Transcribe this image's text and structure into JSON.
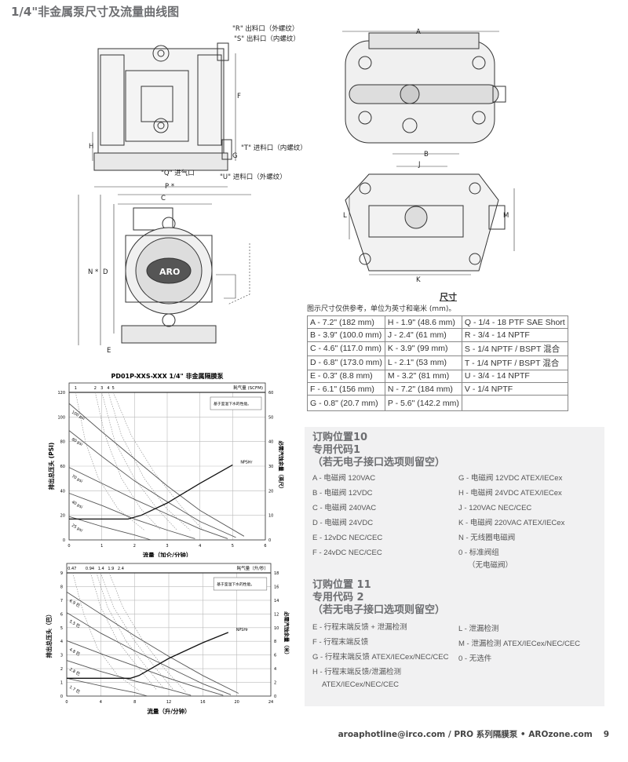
{
  "title": "1/4\"非金属泵尺寸及流量曲线图",
  "drawing_labels": {
    "r_outlet": "\"R\" 出料口（外螺纹）",
    "s_outlet": "\"S\" 出料口（内螺纹）",
    "t_inlet": "\"T\" 进料口（内螺纹）",
    "u_inlet": "\"U\" 进料口（外螺纹）",
    "q_air": "\"Q\" 进气口",
    "A": "A",
    "B": "B",
    "C": "C",
    "D": "D",
    "E": "E",
    "F": "F",
    "G": "G",
    "H": "H",
    "J": "J",
    "K": "K",
    "L": "L",
    "M": "M",
    "N": "N *",
    "P": "P *",
    "logo": "ARO"
  },
  "dimensions": {
    "title": "尺寸",
    "note": "图示尺寸仅供参考，单位为英寸和毫米 (mm)。",
    "rows": [
      [
        "A - 7.2\" (182 mm)",
        "H - 1.9\" (48.6 mm)",
        "Q - 1/4 - 18 PTF SAE Short"
      ],
      [
        "B - 3.9\" (100.0 mm)",
        "J - 2.4\" (61 mm)",
        "R - 3/4 - 14 NPTF"
      ],
      [
        "C - 4.6\" (117.0 mm)",
        "K - 3.9\" (99 mm)",
        "S - 1/4 NPTF / BSPT 混合"
      ],
      [
        "D - 6.8\" (173.0 mm)",
        "L - 2.1\" (53 mm)",
        "T - 1/4 NPTF / BSPT 混合"
      ],
      [
        "E - 0.3\" (8.8 mm)",
        "M - 3.2\" (81 mm)",
        "U - 3/4 - 14 NPTF"
      ],
      [
        "F - 6.1\" (156 mm)",
        "N - 7.2\" (184 mm)",
        "V - 1/4 NPTF"
      ],
      [
        "G - 0.8\" (20.7 mm)",
        "P - 5.6\" (142.2 mm)",
        ""
      ]
    ]
  },
  "order10": {
    "h1": "订购位置10",
    "h2": "专用代码1",
    "h3": "（若无电子接口选项则留空）",
    "left": [
      "A - 电磁阀 120VAC",
      "B - 电磁阀 12VDC",
      "C - 电磁阀 240VAC",
      "D - 电磁阀 24VDC",
      "E - 12vDC NEC/CEC",
      "F - 24vDC NEC/CEC"
    ],
    "right": [
      "G - 电磁阀 12VDC ATEX/IECex",
      "H - 电磁阀 24VDC ATEX/IECex",
      "J - 120VAC NEC/CEC",
      "K - 电磁阀 220VAC ATEX/IECex",
      "N - 无线圈电磁阀",
      "0 - 标准阀组",
      "（无电磁阀）"
    ]
  },
  "order11": {
    "h1": "订购位置 11",
    "h2": "专用代码 2",
    "h3": "（若无电子接口选项则留空）",
    "left": [
      "E - 行程末端反馈 + 泄漏检测",
      "F - 行程末端反馈",
      "G - 行程末端反馈 ATEX/IECex/NEC/CEC",
      "H - 行程末端反馈/泄漏检测",
      "ATEX/IECex/NEC/CEC"
    ],
    "right": [
      "L - 泄漏检测",
      "M - 泄漏检测 ATEX/IECex/NEC/CEC",
      "0 - 无选件"
    ]
  },
  "footer": {
    "text": "aroaphotline@irco.com / PRO 系列隔膜泵 • AROzone.com",
    "page": "9"
  },
  "chart_data": [
    {
      "type": "line",
      "title": "PD01P-XXS-XXX 1/4\" 非金属隔膜泵",
      "xlabel": "流量（加仑/分钟）",
      "ylabel": "排出总压头 (PSI)",
      "y2label": "必需汽蚀余量（英尺）",
      "toplabel": "耗气量 (SCFM)",
      "note": "基于室温下水的性能。",
      "xlim": [
        0,
        6
      ],
      "ylim": [
        0,
        120
      ],
      "y2lim": [
        0,
        60
      ],
      "xticks": [
        0,
        1,
        2,
        3,
        4,
        5,
        6
      ],
      "yticks": [
        0,
        20,
        40,
        60,
        80,
        100,
        120
      ],
      "y2ticks": [
        0,
        10,
        20,
        30,
        40,
        50,
        60
      ],
      "series": [
        {
          "name": "100 psi",
          "points": [
            [
              0,
              111
            ],
            [
              1,
              88
            ],
            [
              2,
              66
            ],
            [
              3,
              44
            ],
            [
              4,
              24
            ],
            [
              5.35,
              3
            ]
          ]
        },
        {
          "name": "80 psi",
          "points": [
            [
              0,
              89
            ],
            [
              1,
              68
            ],
            [
              2,
              48
            ],
            [
              3,
              31
            ],
            [
              4,
              15
            ],
            [
              5.1,
              2
            ]
          ]
        },
        {
          "name": "70 psi",
          "points": [
            [
              0,
              59
            ],
            [
              1,
              46
            ],
            [
              2,
              33
            ],
            [
              3,
              21
            ],
            [
              4,
              9
            ],
            [
              4.85,
              1
            ]
          ]
        },
        {
          "name": "40 psi",
          "points": [
            [
              0,
              38
            ],
            [
              1,
              28
            ],
            [
              2,
              17
            ],
            [
              3,
              8
            ],
            [
              3.85,
              1
            ]
          ]
        },
        {
          "name": "25 psi",
          "points": [
            [
              0,
              19
            ],
            [
              1,
              11
            ],
            [
              2,
              4
            ],
            [
              2.5,
              0
            ]
          ]
        }
      ],
      "air": [
        {
          "name": "1",
          "points": [
            [
              0.2,
              120
            ],
            [
              0.5,
              80
            ],
            [
              0.9,
              50
            ],
            [
              1.5,
              25
            ],
            [
              2.3,
              8
            ]
          ]
        },
        {
          "name": "2",
          "points": [
            [
              0.8,
              120
            ],
            [
              1.1,
              85
            ],
            [
              1.6,
              50
            ],
            [
              2.2,
              25
            ],
            [
              2.8,
              8
            ]
          ]
        },
        {
          "name": "3",
          "points": [
            [
              1,
              120
            ],
            [
              1.4,
              80
            ],
            [
              2,
              50
            ],
            [
              2.7,
              25
            ],
            [
              3.3,
              8
            ]
          ]
        },
        {
          "name": "4",
          "points": [
            [
              1.2,
              120
            ],
            [
              1.6,
              85
            ],
            [
              2.3,
              50
            ],
            [
              3,
              25
            ],
            [
              3.7,
              8
            ]
          ]
        },
        {
          "name": "5",
          "points": [
            [
              1.35,
              120
            ],
            [
              1.9,
              85
            ],
            [
              2.6,
              55
            ],
            [
              3.4,
              28
            ],
            [
              4.1,
              8
            ]
          ]
        }
      ],
      "npshr": {
        "name": "NPSHr",
        "points": [
          [
            0,
            8.5
          ],
          [
            1.8,
            8.5
          ],
          [
            2.2,
            10
          ],
          [
            3,
            15
          ],
          [
            4,
            23
          ],
          [
            5,
            30.5
          ]
        ]
      }
    },
    {
      "type": "line",
      "title": "",
      "xlabel": "流量（升/分钟）",
      "ylabel": "排出总压头（巴）",
      "y2label": "必需汽蚀余量（米）",
      "toplabel": "耗气量（升/秒）",
      "note": "基于室温下水的性能。",
      "xlim": [
        0,
        24
      ],
      "ylim": [
        0,
        9
      ],
      "y2lim": [
        0,
        18
      ],
      "xticks": [
        0,
        4,
        8,
        12,
        16,
        20,
        24
      ],
      "yticks": [
        0,
        1,
        2,
        3,
        4,
        5,
        6,
        7,
        8,
        9
      ],
      "y2ticks": [
        0,
        2,
        4,
        6,
        8,
        10,
        12,
        14,
        16,
        18
      ],
      "series": [
        {
          "name": "6.9 巴",
          "points": [
            [
              0,
              7.6
            ],
            [
              4,
              6
            ],
            [
              8,
              4.4
            ],
            [
              12,
              2.9
            ],
            [
              16,
              1.5
            ],
            [
              20.2,
              0.2
            ]
          ]
        },
        {
          "name": "5.5 巴",
          "points": [
            [
              0,
              6.1
            ],
            [
              4,
              4.6
            ],
            [
              8,
              3.3
            ],
            [
              12,
              2.1
            ],
            [
              16,
              0.9
            ],
            [
              19.3,
              0.1
            ]
          ]
        },
        {
          "name": "4.8 巴",
          "points": [
            [
              0,
              4.05
            ],
            [
              4,
              3.1
            ],
            [
              8,
              2.2
            ],
            [
              12,
              1.3
            ],
            [
              16,
              0.5
            ],
            [
              18.4,
              0.05
            ]
          ]
        },
        {
          "name": "2.8 巴",
          "points": [
            [
              0,
              2.6
            ],
            [
              4,
              1.8
            ],
            [
              8,
              1.1
            ],
            [
              12,
              0.5
            ],
            [
              14.6,
              0.05
            ]
          ]
        },
        {
          "name": "1.7 巴",
          "points": [
            [
              0,
              1.3
            ],
            [
              4,
              0.75
            ],
            [
              8,
              0.25
            ],
            [
              9.5,
              0
            ]
          ]
        }
      ],
      "air": [
        {
          "name": "0.47",
          "points": [
            [
              0.7,
              9
            ],
            [
              2,
              6
            ],
            [
              3.6,
              3.5
            ],
            [
              6,
              1.5
            ],
            [
              8.5,
              0.4
            ]
          ]
        },
        {
          "name": "0.94",
          "points": [
            [
              2.8,
              9
            ],
            [
              4,
              6.5
            ],
            [
              6,
              4
            ],
            [
              8.5,
              2
            ],
            [
              10.5,
              0.5
            ]
          ]
        },
        {
          "name": "1.4",
          "points": [
            [
              3.5,
              9
            ],
            [
              4.8,
              6.5
            ],
            [
              7,
              4
            ],
            [
              9.5,
              2
            ],
            [
              11.5,
              0.5
            ]
          ]
        },
        {
          "name": "1.9",
          "points": [
            [
              4,
              9
            ],
            [
              5.5,
              6.5
            ],
            [
              8,
              4
            ],
            [
              10.5,
              2
            ],
            [
              12.5,
              0.5
            ]
          ]
        },
        {
          "name": "2.4",
          "points": [
            [
              5,
              9
            ],
            [
              6.6,
              6.5
            ],
            [
              9,
              4
            ],
            [
              11.5,
              2
            ],
            [
              14,
              0.3
            ]
          ]
        }
      ],
      "npshr": {
        "name": "NPSHr",
        "points": [
          [
            0,
            2.6
          ],
          [
            7.5,
            2.6
          ],
          [
            8.5,
            3
          ],
          [
            12,
            5.5
          ],
          [
            16,
            7.8
          ],
          [
            19,
            9.3
          ]
        ]
      }
    }
  ]
}
